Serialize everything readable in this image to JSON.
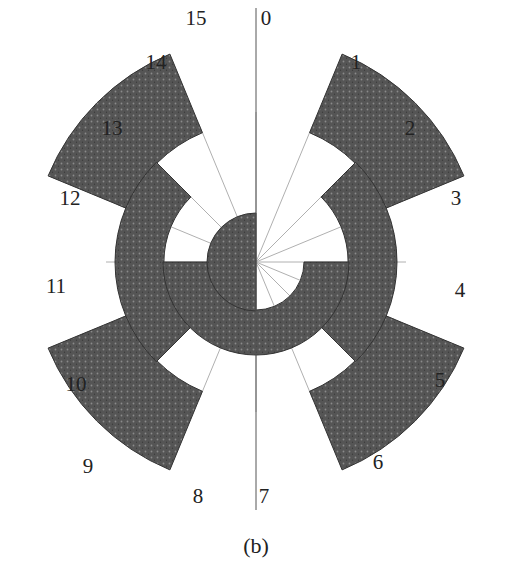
{
  "diagram": {
    "caption": "(b)",
    "labels": [
      "15",
      "0",
      "14",
      "1",
      "13",
      "2",
      "12",
      "3",
      "11",
      "4",
      "10",
      "5",
      "9",
      "6",
      "8",
      "7"
    ]
  }
}
